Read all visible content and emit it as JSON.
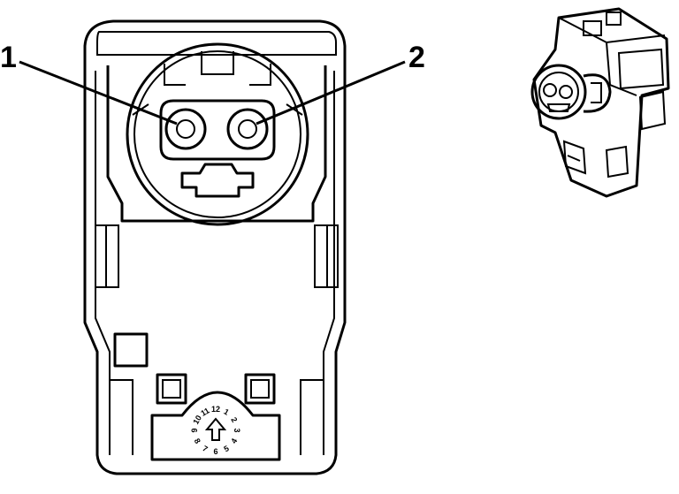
{
  "callouts": {
    "terminal_1": "1",
    "terminal_2": "2"
  },
  "clock_dial": {
    "numbers": [
      "1",
      "2",
      "3",
      "4",
      "5",
      "6",
      "7",
      "8",
      "9",
      "10",
      "11",
      "12"
    ]
  },
  "colors": {
    "line": "#000000",
    "background": "#ffffff"
  }
}
